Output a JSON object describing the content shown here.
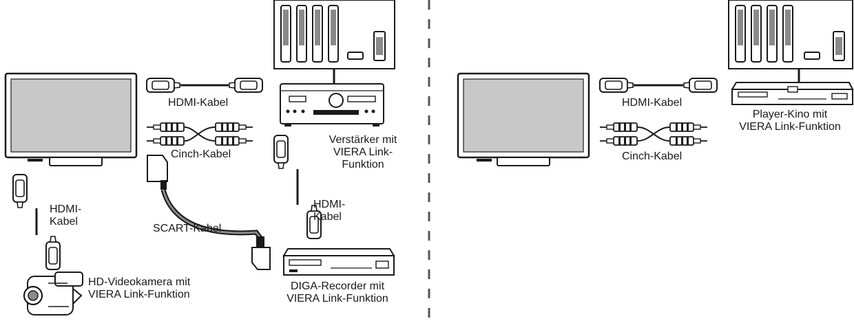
{
  "labels": {
    "hdmi_cable_top": "HDMI-Kabel",
    "cinch_cable_left": "Cinch-Kabel",
    "amplifier": [
      "Verstärker mit",
      "VIERA Link-",
      "Funktion"
    ],
    "hdmi_cable_vertical_left": [
      "HDMI-",
      "Kabel"
    ],
    "hdmi_cable_vertical_mid": [
      "HDMI-",
      "Kabel"
    ],
    "scart_cable": "SCART-Kabel",
    "camcorder": [
      "HD-Videokamera mit",
      "VIERA Link-Funktion"
    ],
    "diga_recorder": [
      "DIGA-Recorder mit",
      "VIERA Link-Funktion"
    ],
    "hdmi_cable_right": "HDMI-Kabel",
    "player_cinema": [
      "Player-Kino mit",
      "VIERA Link-Funktion"
    ],
    "cinch_cable_right": "Cinch-Kabel"
  },
  "colors": {
    "line": "#1a1a1a",
    "screen": "#c8c8c8",
    "cable": "#8a8a8a"
  }
}
